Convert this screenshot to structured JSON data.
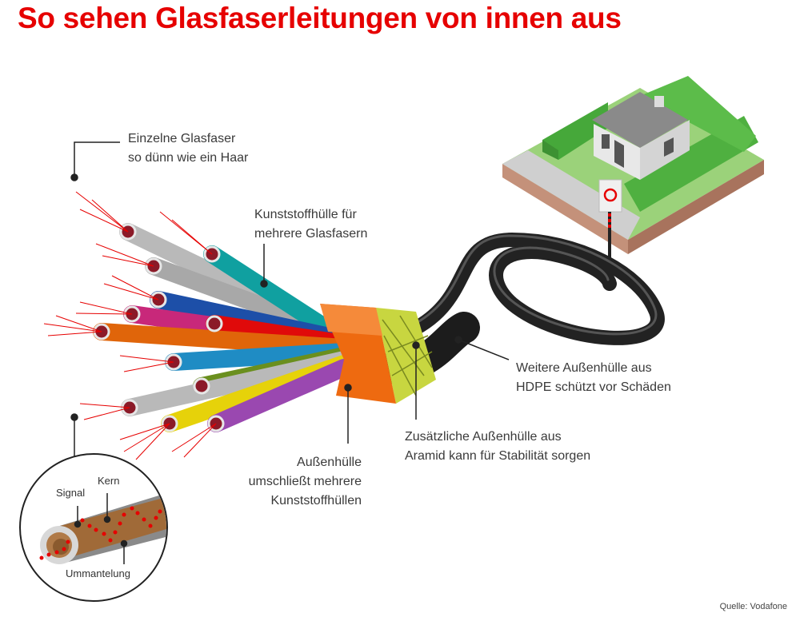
{
  "title": "So sehen Glasfaserleitungen von innen aus",
  "labels": {
    "fiber": [
      "Einzelne Glasfaser",
      "so dünn wie ein Haar"
    ],
    "plastic_sheath": [
      "Kunststoffhülle für",
      "mehrere Glasfasern"
    ],
    "hdpe": [
      "Weitere Außenhülle aus",
      "HDPE schützt vor Schäden"
    ],
    "aramid": [
      "Zusätzliche Außenhülle aus",
      "Aramid kann für Stabilität sorgen"
    ],
    "outer_sheath": [
      "Außenhülle",
      "umschließt mehrere",
      "Kunststoffhüllen"
    ]
  },
  "inset": {
    "signal": "Signal",
    "core": "Kern",
    "cladding": "Ummantelung"
  },
  "source": "Quelle: Vodafone",
  "colors": {
    "accent": "#e60000"
  }
}
